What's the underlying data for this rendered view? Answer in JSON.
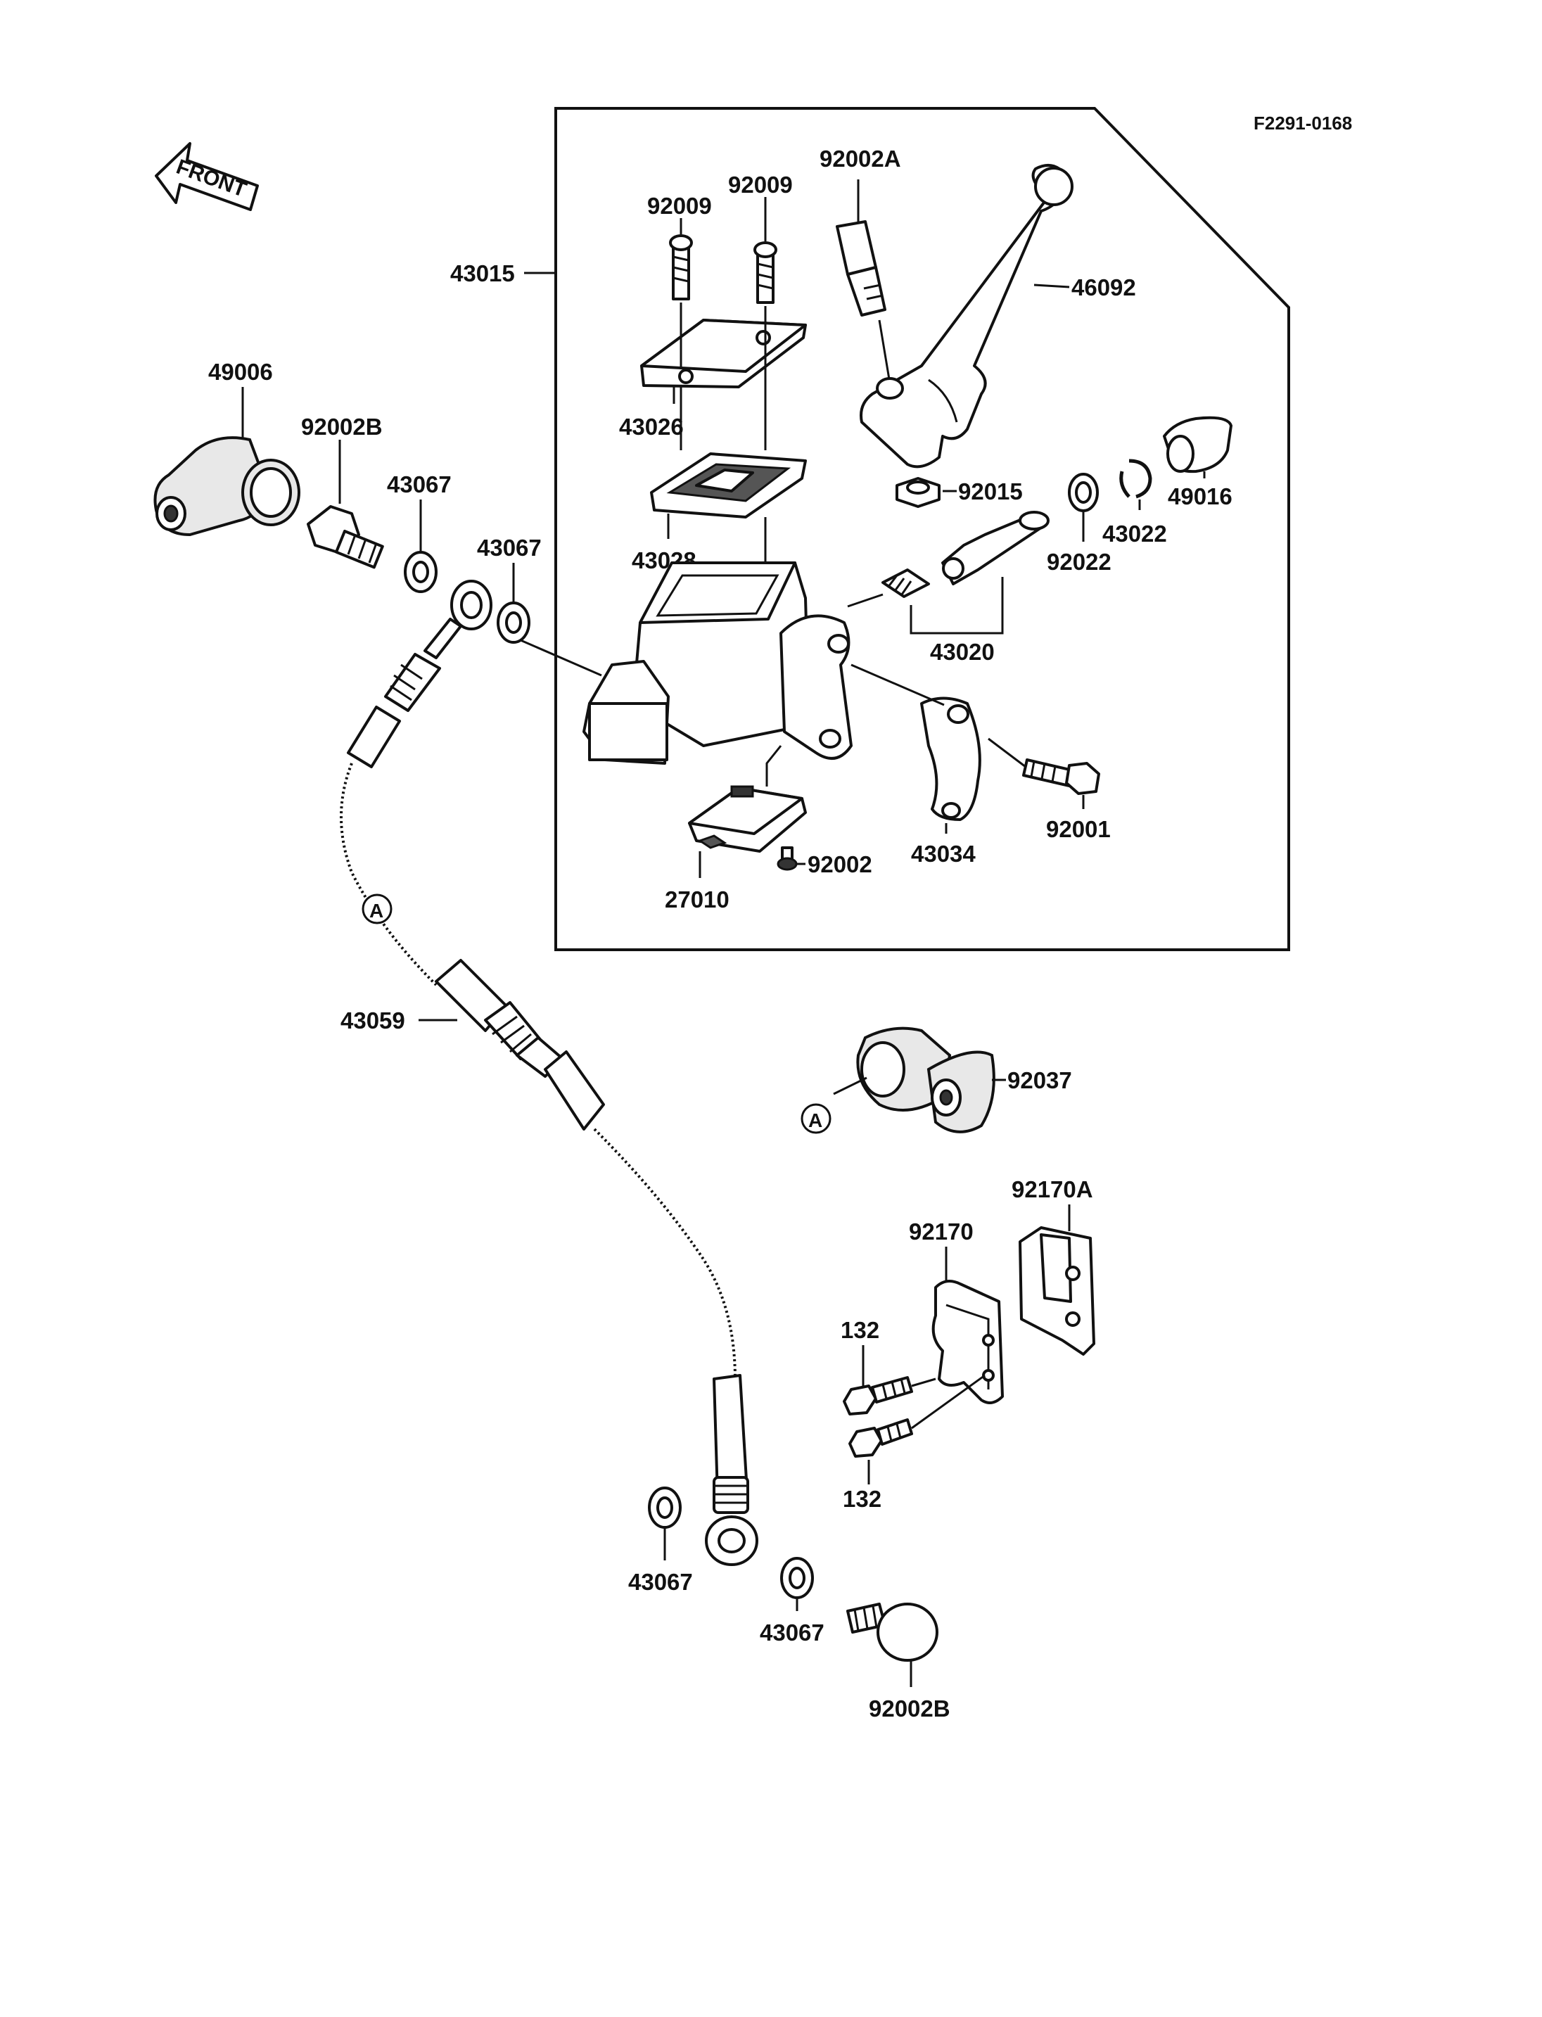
{
  "diagram_code": "F2291-0168",
  "front_label": "FRONT",
  "callout_letter": "A",
  "parts": {
    "master_cylinder_assy": "43015",
    "screw_92009_a": "92009",
    "screw_92009_b": "92009",
    "cap": "43026",
    "diaphragm": "43028",
    "bolt_92002A": "92002A",
    "lever": "46092",
    "nut_92015": "92015",
    "piston_set": "43020",
    "washer_92022": "92022",
    "circlip": "43022",
    "boot": "49016",
    "holder": "43034",
    "bolt_92001": "92001",
    "switch": "27010",
    "screw_92002": "92002",
    "cover_49006": "49006",
    "banjo_bolt_top": "92002B",
    "gasket_top_1": "43067",
    "gasket_top_2": "43067",
    "brake_hose": "43059",
    "clamp_92037": "92037",
    "bracket_92170A": "92170A",
    "bracket_92170": "92170",
    "bolt_132_top": "132",
    "bolt_132_bottom": "132",
    "gasket_bottom_1": "43067",
    "gasket_bottom_2": "43067",
    "banjo_bolt_bottom": "92002B"
  }
}
